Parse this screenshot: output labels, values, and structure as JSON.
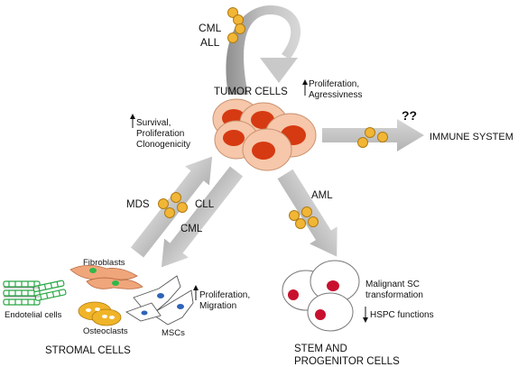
{
  "labels": {
    "cml_top": "CML",
    "all_top": "ALL",
    "tumor_cells": "TUMOR CELLS",
    "tumor_effect_1": "Proliferation,",
    "tumor_effect_2": "Agressivness",
    "survival_1": "Survival,",
    "survival_2": "Proliferation",
    "survival_3": "Clonogenicity",
    "question": "??",
    "immune_system": "IMMUNE SYSTEM",
    "mds": "MDS",
    "cll": "CLL",
    "cml_mid": "CML",
    "aml": "AML",
    "fibroblasts": "Fibroblasts",
    "endotelial_cells": "Endotelial cells",
    "osteoclasts": "Osteoclasts",
    "mscs": "MSCs",
    "stromal_effect_1": "Proliferation,",
    "stromal_effect_2": "Migration",
    "stromal_cells": "STROMAL CELLS",
    "malignant_1": "Malignant SC",
    "malignant_2": "transformation",
    "hspc_functions": "HSPC functions",
    "stem_1": "STEM AND",
    "stem_2": "PROGENITOR CELLS"
  },
  "colors": {
    "arrow_gray": "#c9c9c9",
    "arrow_dark": "#9a9a9a",
    "vesicle": "#f2b636",
    "tumor_cell": "#f6c7aa",
    "tumor_nucleus": "#d63a12",
    "stem_nucleus": "#c8102e",
    "fibroblast": "#f0a67b",
    "endothelial": "#29a844",
    "osteoclast": "#f0b429",
    "msc_nucleus": "#2e63b8"
  }
}
